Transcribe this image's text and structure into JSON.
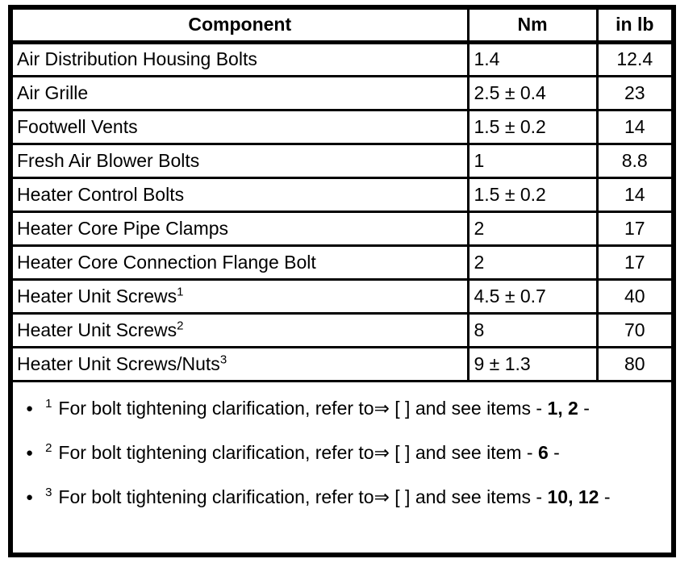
{
  "table": {
    "headers": [
      "Component",
      "Nm",
      "in lb"
    ],
    "rows": [
      {
        "component": "Air Distribution Housing Bolts",
        "sup": "",
        "nm": "1.4",
        "inlb": "12.4"
      },
      {
        "component": "Air Grille",
        "sup": "",
        "nm": "2.5 ± 0.4",
        "inlb": "23"
      },
      {
        "component": "Footwell Vents",
        "sup": "",
        "nm": "1.5 ± 0.2",
        "inlb": "14"
      },
      {
        "component": "Fresh Air Blower Bolts",
        "sup": "",
        "nm": "1",
        "inlb": "8.8"
      },
      {
        "component": "Heater Control Bolts",
        "sup": "",
        "nm": "1.5 ± 0.2",
        "inlb": "14"
      },
      {
        "component": "Heater Core Pipe Clamps",
        "sup": "",
        "nm": "2",
        "inlb": "17"
      },
      {
        "component": "Heater Core Connection Flange Bolt",
        "sup": "",
        "nm": "2",
        "inlb": "17"
      },
      {
        "component": "Heater Unit Screws",
        "sup": "1",
        "nm": "4.5 ± 0.7",
        "inlb": "40"
      },
      {
        "component": "Heater Unit Screws",
        "sup": "2",
        "nm": "8",
        "inlb": "70"
      },
      {
        "component": "Heater Unit Screws/Nuts",
        "sup": "3",
        "nm": "9 ± 1.3",
        "inlb": "80"
      }
    ]
  },
  "footnotes": [
    {
      "bullet": "●",
      "sup": "1",
      "body": "For bolt tightening clarification, refer to",
      "arrow": "⇒",
      "middle": " [ ] and see items - ",
      "items": "1, 2",
      "tail": " -"
    },
    {
      "bullet": "●",
      "sup": "2",
      "body": "For bolt tightening clarification, refer to",
      "arrow": "⇒",
      "middle": " [ ] and see item - ",
      "items": "6",
      "tail": " -"
    },
    {
      "bullet": "●",
      "sup": "3",
      "body": "For bolt tightening clarification, refer to",
      "arrow": "⇒",
      "middle": " [ ] and see items - ",
      "items": "10, 12",
      "tail": " -"
    }
  ],
  "colors": {
    "border": "#000000",
    "background": "#ffffff",
    "text": "#000000"
  }
}
